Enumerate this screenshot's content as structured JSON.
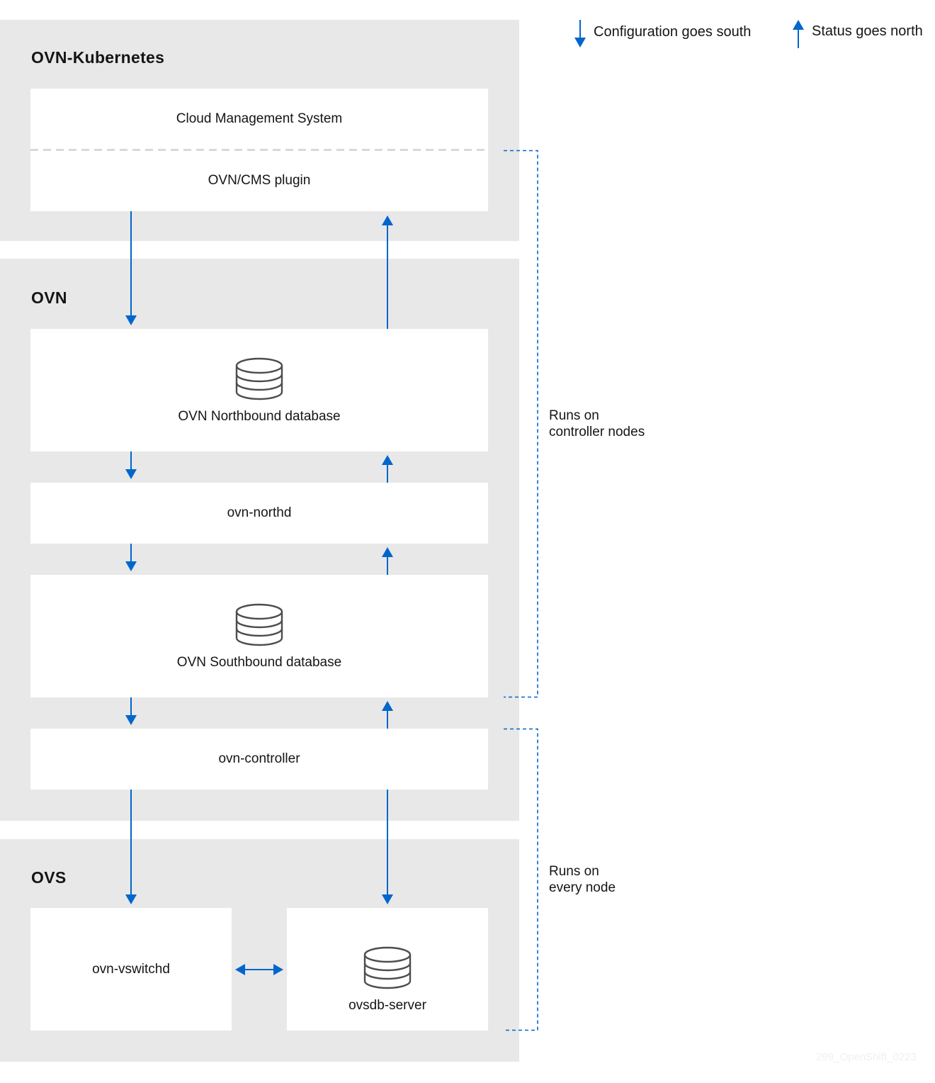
{
  "legend": {
    "south_label": "Configuration goes south",
    "north_label": "Status goes north"
  },
  "panels": {
    "ovn_kubernetes": "OVN-Kubernetes",
    "ovn": "OVN",
    "ovs": "OVS"
  },
  "boxes": {
    "cms": "Cloud Management System",
    "cms_plugin": "OVN/CMS plugin",
    "northbound_db": "OVN Northbound database",
    "northd": "ovn-northd",
    "southbound_db": "OVN Southbound database",
    "controller": "ovn-controller",
    "vswitchd": "ovn-vswitchd",
    "ovsdb_server": "ovsdb-server"
  },
  "notes": {
    "controller_nodes_line1": "Runs on",
    "controller_nodes_line2": "controller nodes",
    "every_node_line1": "Runs on",
    "every_node_line2": "every node"
  },
  "watermark": "299_OpenShift_0223",
  "colors": {
    "arrow": "#0066cc",
    "panel": "#e8e8e8",
    "box": "#ffffff"
  }
}
